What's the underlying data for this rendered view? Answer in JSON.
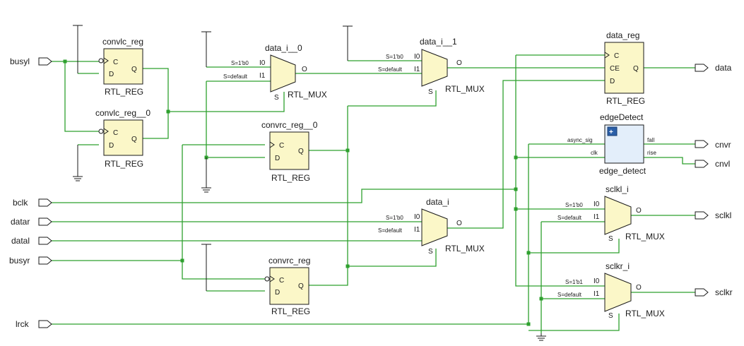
{
  "ports": {
    "busyl": "busyl",
    "bclk": "bclk",
    "datar": "datar",
    "datal": "datal",
    "busyr": "busyr",
    "lrck": "lrck",
    "data": "data",
    "cnvr": "cnvr",
    "cnvl": "cnvl",
    "sclkl": "sclkl",
    "sclkr": "sclkr"
  },
  "cells": {
    "convlc_reg": {
      "name": "convlc_reg",
      "type": "RTL_REG"
    },
    "convlc_reg_0": {
      "name": "convlc_reg__0",
      "type": "RTL_REG"
    },
    "convrc_reg_0": {
      "name": "convrc_reg__0",
      "type": "RTL_REG"
    },
    "convrc_reg": {
      "name": "convrc_reg",
      "type": "RTL_REG"
    },
    "data_reg": {
      "name": "data_reg",
      "type": "RTL_REG"
    },
    "data_i_0": {
      "name": "data_i__0",
      "type": "RTL_MUX",
      "sel0": "S=1'b0",
      "sel1": "S=default"
    },
    "data_i_1": {
      "name": "data_i__1",
      "type": "RTL_MUX",
      "sel0": "S=1'b0",
      "sel1": "S=default"
    },
    "data_i": {
      "name": "data_i",
      "type": "RTL_MUX",
      "sel0": "S=1'b0",
      "sel1": "S=default"
    },
    "sclkl_i": {
      "name": "sclkl_i",
      "type": "RTL_MUX",
      "sel0": "S=1'b0",
      "sel1": "S=default"
    },
    "sclkr_i": {
      "name": "sclkr_i",
      "type": "RTL_MUX",
      "sel0": "S=1'b1",
      "sel1": "S=default"
    },
    "edgeDetect": {
      "name": "edgeDetect",
      "type": "edge_detect",
      "in1": "async_sig",
      "in2": "clk",
      "out1": "fall",
      "out2": "rise",
      "expand": "+"
    }
  },
  "pins": {
    "C": "C",
    "D": "D",
    "Q": "Q",
    "CE": "CE",
    "I0": "I0",
    "I1": "I1",
    "O": "O",
    "S": "S"
  }
}
